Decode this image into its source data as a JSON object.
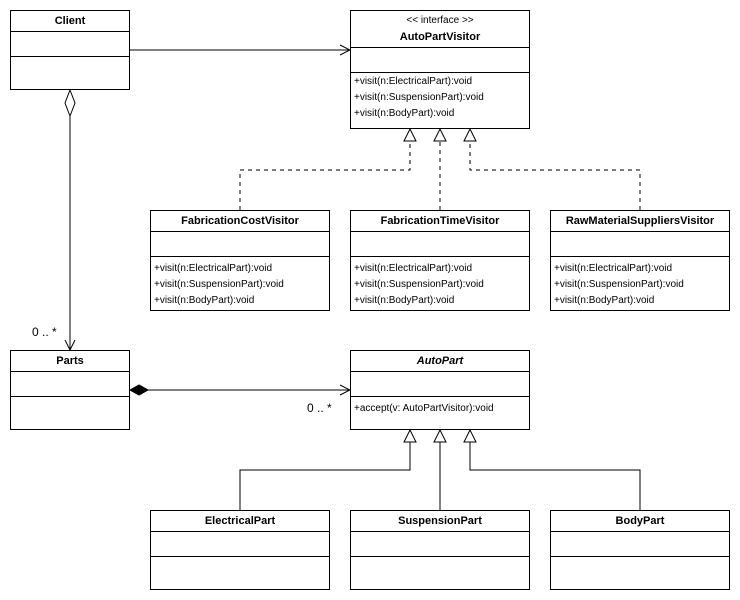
{
  "classes": {
    "client": {
      "name": "Client"
    },
    "visitor_iface": {
      "stereotype": "<< interface >>",
      "name": "AutoPartVisitor",
      "ops": [
        "+visit(n:ElectricalPart):void",
        "+visit(n:SuspensionPart):void",
        "+visit(n:BodyPart):void"
      ]
    },
    "fabrication_cost": {
      "name": "FabricationCostVisitor",
      "ops": [
        "+visit(n:ElectricalPart):void",
        "+visit(n:SuspensionPart):void",
        "+visit(n:BodyPart):void"
      ]
    },
    "fabrication_time": {
      "name": "FabricationTimeVisitor",
      "ops": [
        "+visit(n:ElectricalPart):void",
        "+visit(n:SuspensionPart):void",
        "+visit(n:BodyPart):void"
      ]
    },
    "raw_material": {
      "name": "RawMaterialSuppliersVisitor",
      "ops": [
        "+visit(n:ElectricalPart):void",
        "+visit(n:SuspensionPart):void",
        "+visit(n:BodyPart):void"
      ]
    },
    "parts": {
      "name": "Parts"
    },
    "auto_part": {
      "name": "AutoPart",
      "ops": [
        "+accept(v: AutoPartVisitor):void"
      ]
    },
    "electrical": {
      "name": "ElectricalPart"
    },
    "suspension": {
      "name": "SuspensionPart"
    },
    "body": {
      "name": "BodyPart"
    }
  },
  "multiplicities": {
    "client_parts": "0 .. *",
    "parts_autopart": "0 .. *"
  }
}
